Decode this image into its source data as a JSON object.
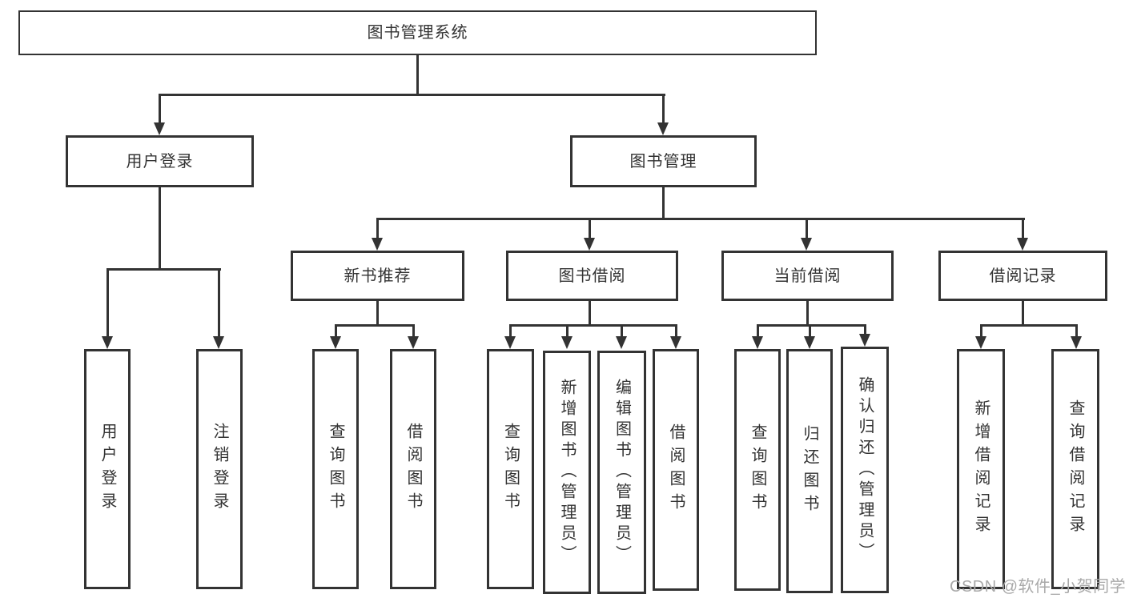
{
  "tree": {
    "root": "图书管理系统",
    "level2": [
      "用户登录",
      "图书管理"
    ],
    "user_login_children": [
      "用户登录",
      "注销登录"
    ],
    "book_mgmt_children": [
      "新书推荐",
      "图书借阅",
      "当前借阅",
      "借阅记录"
    ],
    "new_book_children": [
      "查询图书",
      "借阅图书"
    ],
    "book_borrow_children": [
      "查询图书",
      "新增图书（管理员）",
      "编辑图书（管理员）",
      "借阅图书"
    ],
    "current_borrow_children": [
      "查询图书",
      "归还图书",
      "确认归还（管理员）"
    ],
    "borrow_record_children": [
      "新增借阅记录",
      "查询借阅记录"
    ]
  },
  "watermark": "CSDN @软件_小贺同学",
  "colors": {
    "line": "#333333",
    "text": "#333333",
    "watermark_text": "#a9a9a9",
    "background": "#ffffff"
  }
}
